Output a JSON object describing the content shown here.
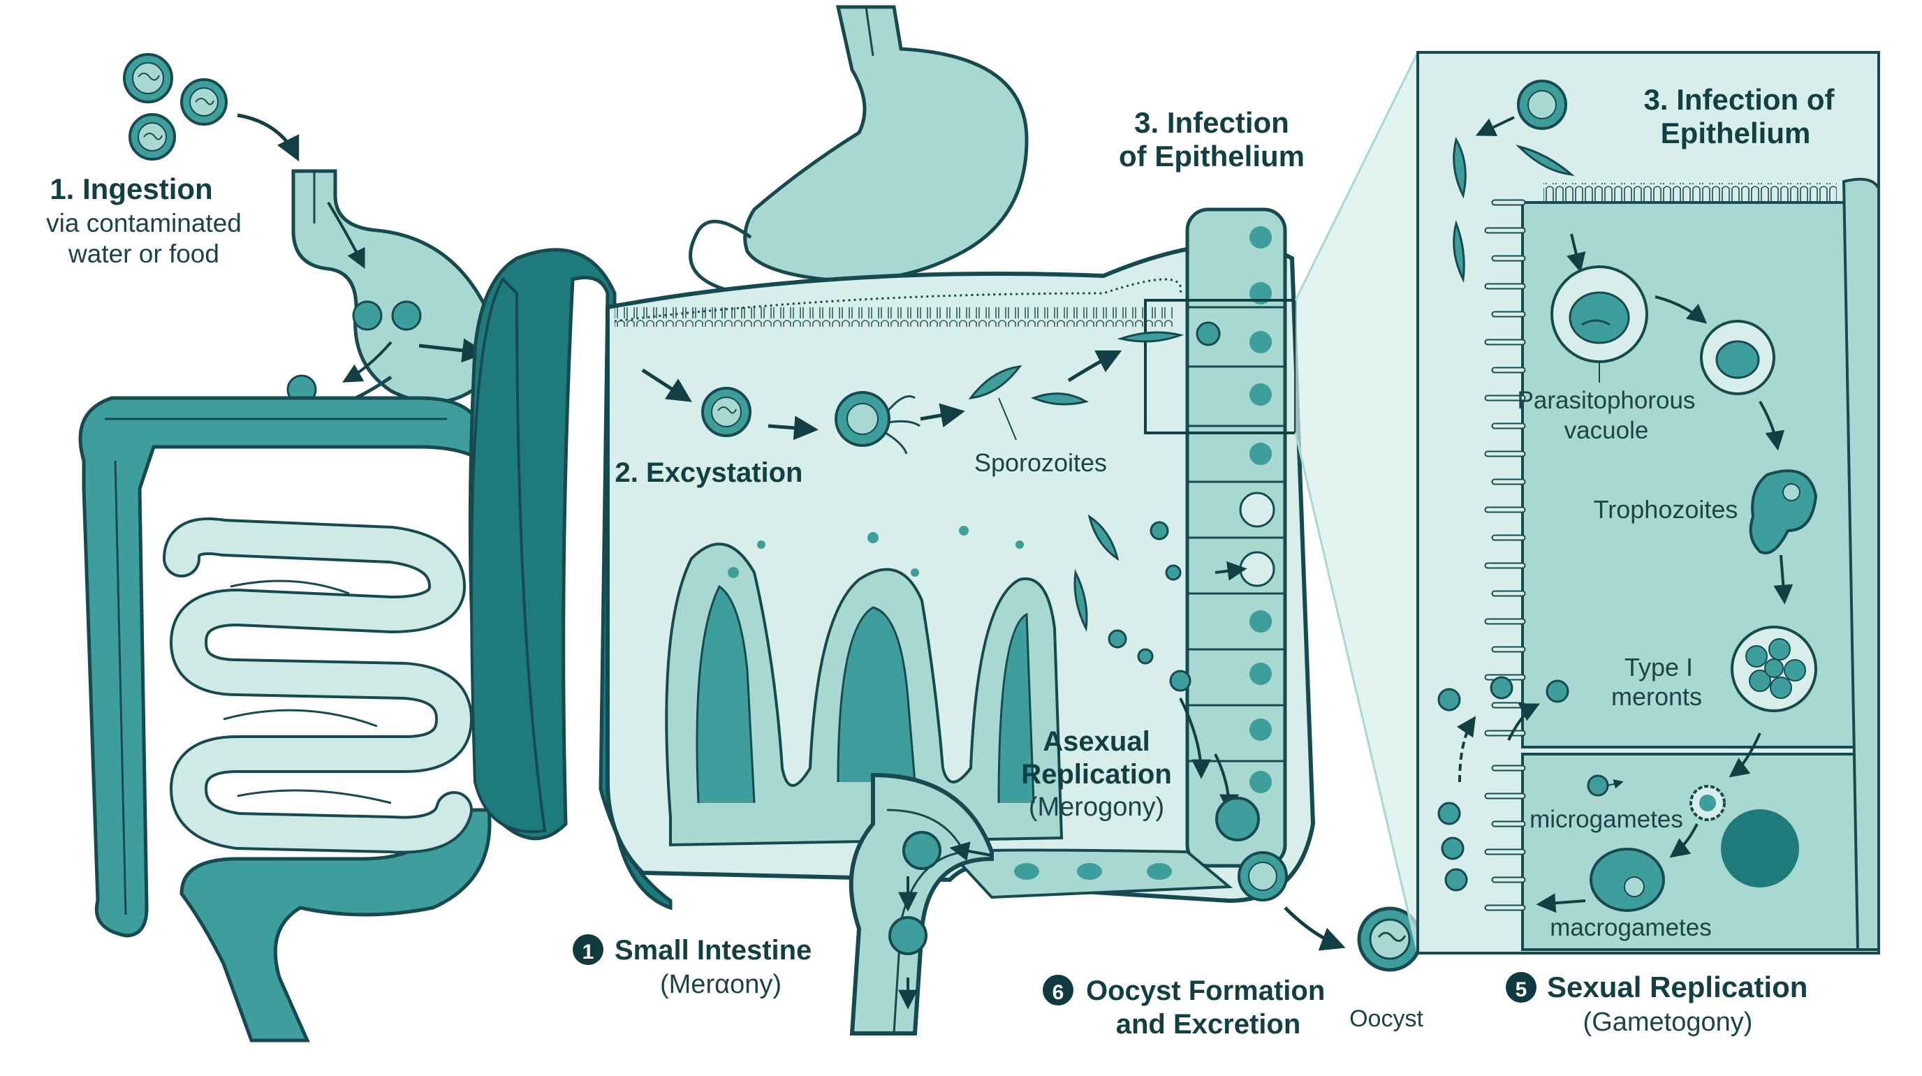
{
  "colors": {
    "dark_teal": "#1f7b7b",
    "mid_teal": "#3d9e9c",
    "light_teal": "#a9d8d2",
    "pale_teal": "#d7eeea",
    "outline": "#174a50",
    "text": "#123f44",
    "badge": "#0f3b40"
  },
  "labels": {
    "ingestion_title": "1. Ingestion",
    "ingestion_sub1": "via contaminated",
    "ingestion_sub2": "water or food",
    "excystation": "2. Excystation",
    "sporozoites": "Sporozoites",
    "infection_line1": "3. Infection",
    "infection_line2": "of Epithelium",
    "asexual_line1": "Asexual",
    "asexual_line2": "Replication",
    "asexual_line3": "(Merogony)",
    "small_intestine_num": "1",
    "small_intestine_title": "Small Intestine",
    "small_intestine_sub": "(Merαony)",
    "oocyst_num": "6",
    "oocyst_formation_line1": "Oocyst Formation",
    "oocyst_formation_line2": "and Excretion",
    "oocyst": "Oocyst",
    "panel_title_line1": "3. Infection of",
    "panel_title_line2": "Epithelium",
    "vacuole_line1": "Parasitophorous",
    "vacuole_line2": "vacuole",
    "trophozoites": "Trophozoites",
    "meronts_line1": "Type I",
    "meronts_line2": "meronts",
    "microgametes": "microgametes",
    "macrogametes": "macrogametes",
    "sexual_num": "5",
    "sexual_title": "Sexual Replication",
    "sexual_sub": "(Gametogony)"
  },
  "icons": [
    "oocyst-icon",
    "stomach-icon",
    "intestine-icon",
    "sporozoite-icon",
    "arrow-icon",
    "epithelial-cell-icon"
  ]
}
